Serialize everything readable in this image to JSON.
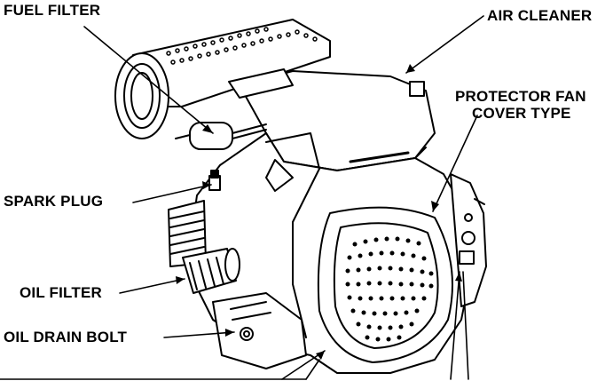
{
  "labels": {
    "fuel_filter": "FUEL FILTER",
    "air_cleaner": "AIR CLEANER",
    "protector_fan_line1": "PROTECTOR FAN",
    "protector_fan_line2": "COVER TYPE",
    "spark_plug": "SPARK PLUG",
    "oil_filter": "OIL FILTER",
    "oil_drain_bolt": "OIL DRAIN BOLT"
  },
  "colors": {
    "ink": "#000000",
    "paper": "#ffffff"
  }
}
